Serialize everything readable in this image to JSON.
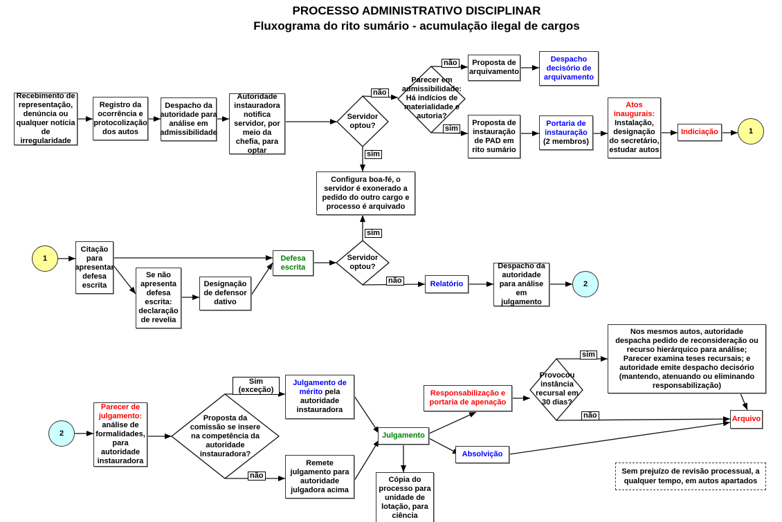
{
  "header": {
    "title": "PROCESSO ADMINISTRATIVO DISCIPLINAR",
    "subtitle": "Fluxograma do rito sumário - acumulação ilegal de cargos"
  },
  "colors": {
    "red": "#ff0000",
    "blue": "#0000ff",
    "green": "#008000",
    "connector_1": "#ffff99",
    "connector_2": "#ccffff"
  },
  "row1": {
    "recebimento": "Recebimento de representação, denúncia ou qualquer notícia de irregularidade",
    "registro": "Registro da ocorrência e protocolização dos autos",
    "despacho_admissibilidade": "Despacho da autoridade para análise em admissibilidade",
    "autoridade_notifica": "Autoridade instauradora notifica servidor, por meio da chefia, para optar",
    "decisao_servidor": "Servidor optou?",
    "label_nao": "não",
    "label_sim": "sim",
    "configura_boa_fe": "Configura boa-fé, o servidor é exonerado a pedido do outro cargo e processo é arquivado",
    "decisao_parecer": "Parecer em admissibilidade: Há indícios de materialidade e autoria?",
    "label_nao_2": "não",
    "label_sim_2": "sim",
    "proposta_arquivamento": "Proposta de arquivamento",
    "despacho_decisorio": "Despacho decisório de arquivamento",
    "proposta_instauracao": "Proposta de instauração de PAD em rito sumário",
    "portaria_titulo": "Portaria de instauração",
    "portaria_detalhe": "(2 membros)",
    "atos_titulo": "Atos inaugurais:",
    "atos_detalhe": "Instalação, designação do secretário, estudar autos",
    "indiciacao": "Indiciação",
    "conector": "1"
  },
  "row2": {
    "conector_entrada": "1",
    "citacao": "Citação para apresentar defesa escrita",
    "revelia": "Se não apresenta defesa escrita: declaração de revelia",
    "defensor_dativo": "Designação de defensor dativo",
    "defesa_escrita": "Defesa escrita",
    "decisao_servidor": "Servidor optou?",
    "label_sim": "sim",
    "label_nao": "não",
    "relatorio": "Relatório",
    "despacho_julgamento": "Despacho da autoridade para análise em julgamento",
    "conector_saida": "2"
  },
  "row3": {
    "conector_entrada": "2",
    "parecer_titulo": "Parecer de julgamento:",
    "parecer_detalhe": "análise de formalidades, para autoridade instauradora",
    "decisao_competencia": "Proposta da comissão se insere na competência da autoridade instauradora?",
    "label_sim_excecao": "Sim (exceção)",
    "label_nao": "não",
    "julgamento_merito_titulo": "Julgamento de mérito",
    "julgamento_merito_detalhe": "pela autoridade instauradora",
    "remete": "Remete julgamento para autoridade julgadora acima",
    "julgamento": "Julgamento",
    "copia": "Cópia do processo para unidade de lotação, para ciência",
    "responsabilizacao": "Responsabilização e portaria de apenação",
    "absolvicao": "Absolvição",
    "decisao_recurso": "Provocou instância recursal em 30 dias?",
    "label_sim": "sim",
    "label_nao_2": "não",
    "recurso": "Nos mesmos autos, autoridade despacha pedido de reconsideração ou recurso hierárquico para análise; Parecer examina teses recursais; e autoridade emite despacho decisório (mantendo, atenuando ou eliminando responsabilização)",
    "arquivo": "Arquivo",
    "nota": "Sem prejuízo de revisão processual, a qualquer tempo, em autos apartados"
  }
}
